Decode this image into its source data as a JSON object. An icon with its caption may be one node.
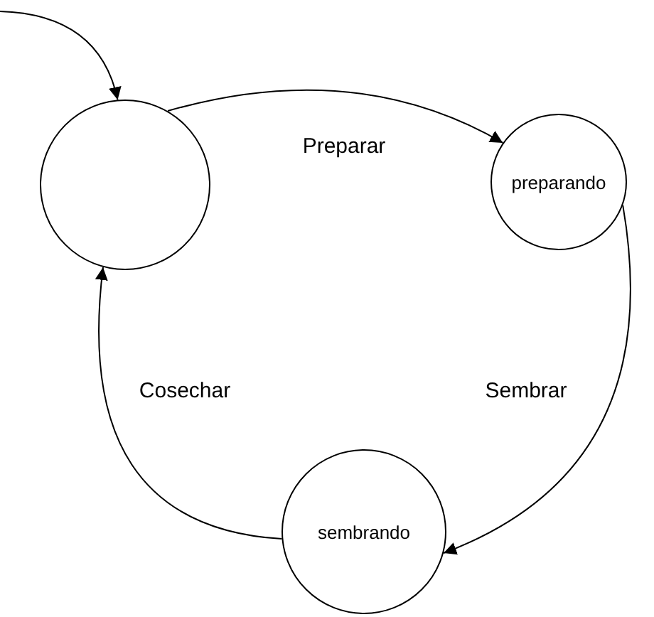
{
  "diagram": {
    "nodes": [
      {
        "text": [],
        "shape": "circle"
      },
      {
        "text": [
          "preparando"
        ]
      },
      {
        "text": [
          "sembrando"
        ]
      }
    ],
    "edges": [
      {
        "from": null,
        "to": 0,
        "arrow": "to"
      },
      {
        "from": 0,
        "to": 1,
        "arrow": "to",
        "label": "Preparar"
      },
      {
        "from": 1,
        "to": 2,
        "arrow": "to",
        "label": "Sembrar"
      },
      {
        "from": 2,
        "to": 0,
        "arrow": "to",
        "label": "Cosechar"
      }
    ]
  }
}
